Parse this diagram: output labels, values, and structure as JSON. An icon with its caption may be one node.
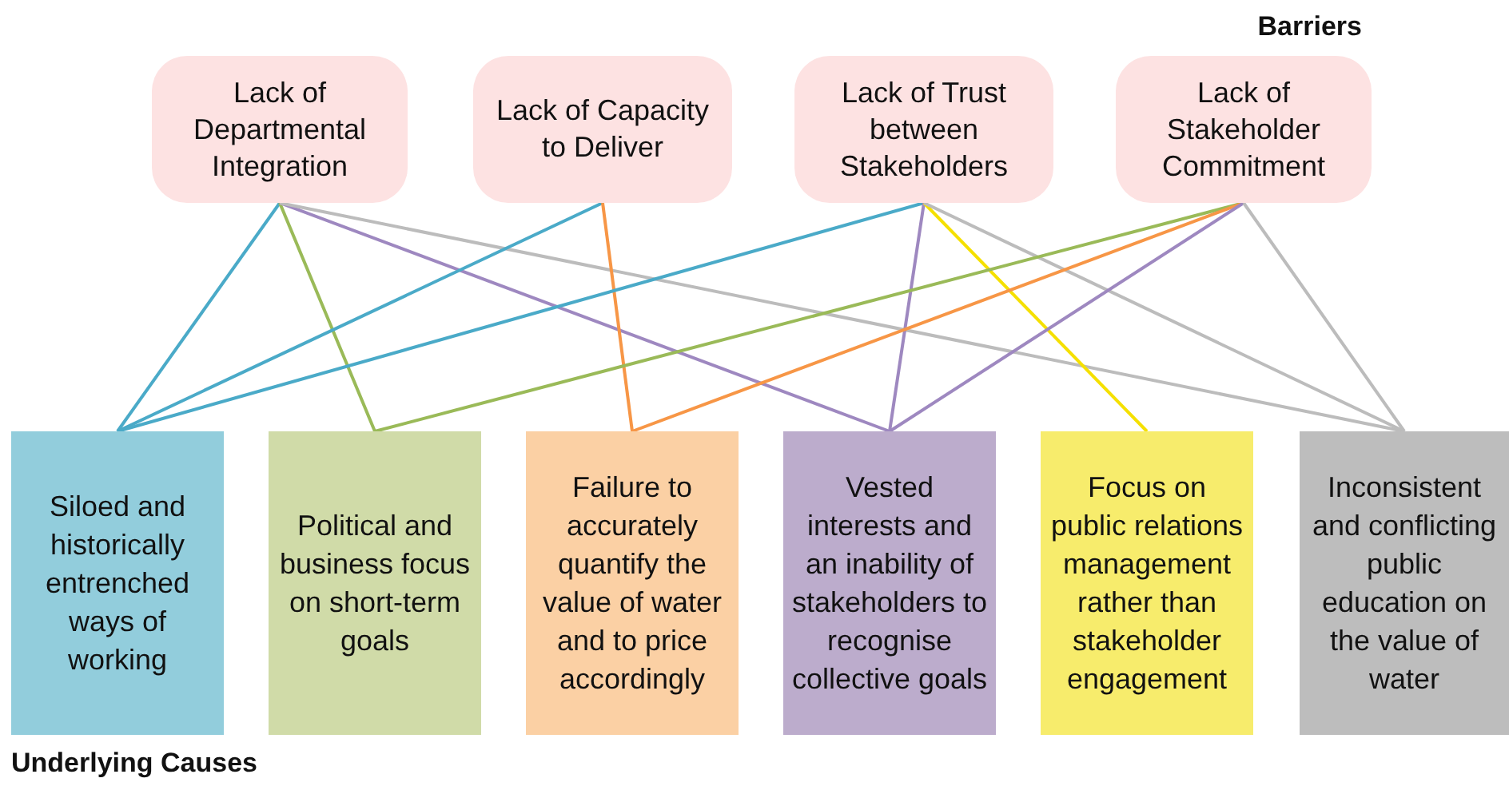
{
  "diagram": {
    "nodes": [
      {
        "text": [
          "Lack of Departmental Integration"
        ]
      },
      {
        "text": [
          "Lack of Capacity to Deliver"
        ]
      },
      {
        "text": [
          "Lack of Trust between Stakeholders"
        ]
      },
      {
        "text": [
          "Lack of Stakeholder Commitment"
        ]
      },
      {
        "text": [
          "Siloed and historically entrenched ways of working"
        ]
      },
      {
        "text": [
          "Political and business focus on short-term goals"
        ]
      },
      {
        "text": [
          "Failure to accurately quantify the value of water and to price accordingly"
        ]
      },
      {
        "text": [
          "Vested interests and an inability of stakeholders to recognise collective goals"
        ]
      },
      {
        "text": [
          "Focus on public relations management rather than stakeholder engagement"
        ]
      },
      {
        "text": [
          "Inconsistent and conflicting public education on the value of water"
        ]
      }
    ],
    "edges": [
      {
        "from": 0,
        "to": 4,
        "arrow": "none",
        "color": "#4aaac8"
      },
      {
        "from": 0,
        "to": 5,
        "arrow": "none",
        "color": "#9aba58"
      },
      {
        "from": 0,
        "to": 7,
        "arrow": "none",
        "color": "#9e88c0"
      },
      {
        "from": 0,
        "to": 9,
        "arrow": "none",
        "color": "#bcbcbc"
      },
      {
        "from": 1,
        "to": 4,
        "arrow": "none",
        "color": "#4aaac8"
      },
      {
        "from": 1,
        "to": 6,
        "arrow": "none",
        "color": "#f79646"
      },
      {
        "from": 2,
        "to": 4,
        "arrow": "none",
        "color": "#4aaac8"
      },
      {
        "from": 2,
        "to": 7,
        "arrow": "none",
        "color": "#9e88c0"
      },
      {
        "from": 2,
        "to": 8,
        "arrow": "none",
        "color": "#f5e000"
      },
      {
        "from": 2,
        "to": 9,
        "arrow": "none",
        "color": "#bcbcbc"
      },
      {
        "from": 3,
        "to": 5,
        "arrow": "none",
        "color": "#9aba58"
      },
      {
        "from": 3,
        "to": 6,
        "arrow": "none",
        "color": "#f79646"
      },
      {
        "from": 3,
        "to": 7,
        "arrow": "none",
        "color": "#9e88c0"
      },
      {
        "from": 3,
        "to": 9,
        "arrow": "none",
        "color": "#bcbcbc"
      }
    ],
    "labels": [
      "Barriers",
      "Underlying Causes"
    ]
  }
}
